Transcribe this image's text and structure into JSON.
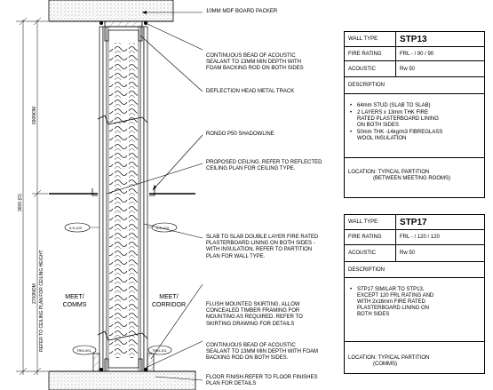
{
  "labels": {
    "dim_top": "690NOM",
    "dim_total": "3600 (O)",
    "dim_ceiling": "2700NOM",
    "ceiling_height_note": "REFER TO CEILING PLAN FOR CEILING HEIGHT",
    "room_left": [
      "MEET/",
      "COMMS"
    ],
    "room_right": [
      "MEET/",
      "CORRIDOR"
    ],
    "tag_ils_left": "ILS-103",
    "tag_ils_right": "ILS-103",
    "tag_trm_left": "TRM-301",
    "tag_trm_right": "TRM-101"
  },
  "notes": [
    {
      "id": "mdf",
      "lines": [
        "10mm MDF BOARD PACKER"
      ]
    },
    {
      "id": "sealant-top",
      "lines": [
        "CONTINUOUS BEAD OF ACOUSTIC",
        "SEALANT TO 13mm MIN DEPTH WITH",
        "FOAM BACKING ROD ON BOTH SIDES"
      ]
    },
    {
      "id": "deflection",
      "lines": [
        "DEFLECTION HEAD METAL TRACK"
      ]
    },
    {
      "id": "shadowline",
      "lines": [
        "RONDO P50 SHADOWLINE"
      ]
    },
    {
      "id": "ceiling",
      "lines": [
        "PROPOSED CEILING. REFER TO REFLECTED",
        "CEILING PLAN FOR CEILING TYPE."
      ]
    },
    {
      "id": "slab",
      "lines": [
        "SLAB TO SLAB DOUBLE LAYER FIRE RATED",
        "PLASTERBOARD LINING ON BOTH SIDES -",
        "WITH INSULATION. REFER TO PARTITION",
        "PLAN FOR WALL TYPE."
      ]
    },
    {
      "id": "skirting",
      "lines": [
        "FLUSH MOUNTED SKIRTING. ALLOW",
        "CONCEALED TIMBER FRAMING FOR",
        "MOUNTING AS REQUIRED. REFER TO",
        "SKIRTING DRAWING FOR DETAILS"
      ]
    },
    {
      "id": "sealant-bottom",
      "lines": [
        "CONTINUOUS BEAD OF ACOUSTIC",
        "SEALANT TO 13mm MIN DEPTH WITH FOAM",
        "BACKING ROD ON BOTH SIDES."
      ]
    },
    {
      "id": "floor",
      "lines": [
        "FLOOR FINISH.REFER TO FLOOR FINISHES",
        "PLAN FOR DETAILS"
      ]
    }
  ],
  "tables": [
    {
      "wall_type_label": "WALL TYPE",
      "wall_type": "STP13",
      "fire_label": "FIRE RATING",
      "fire": "FRL - / 90 / 90",
      "acoustic_label": "ACOUSTIC",
      "acoustic": "Rw 50",
      "description_label": "DESCRIPTION",
      "bullets": [
        [
          "64mm STUD (SLAB TO SLAB)"
        ],
        [
          "2 LAYERS x 13mm THK FIRE",
          "RATED PLASTERBOARD LINING",
          "ON BOTH SIDES"
        ],
        [
          "50mm THK -14kg/m3 FIBREGLASS",
          "WOOL INSULATION"
        ]
      ],
      "location": [
        "LOCATION: TYPICAL PARTITION",
        "(BETWEEN MEETING ROOMS)"
      ]
    },
    {
      "wall_type_label": "WALL TYPE",
      "wall_type": "STP17",
      "fire_label": "FIRE RATING",
      "fire": "FRL - / 120 / 120",
      "acoustic_label": "ACOUSTIC",
      "acoustic": "Rw 50",
      "description_label": "DESCRIPTION",
      "bullets": [
        [
          "STP17 SIMILAR TO STP13,",
          "EXCEPT 120 FRL RATING AND",
          "WITH 2x16mm FIRE RATED",
          "PLASTERBOARD LINING ON",
          "BOTH SIDES"
        ]
      ],
      "location": [
        "LOCATION: TYPICAL PARTITION",
        "(COMMS)"
      ]
    }
  ]
}
